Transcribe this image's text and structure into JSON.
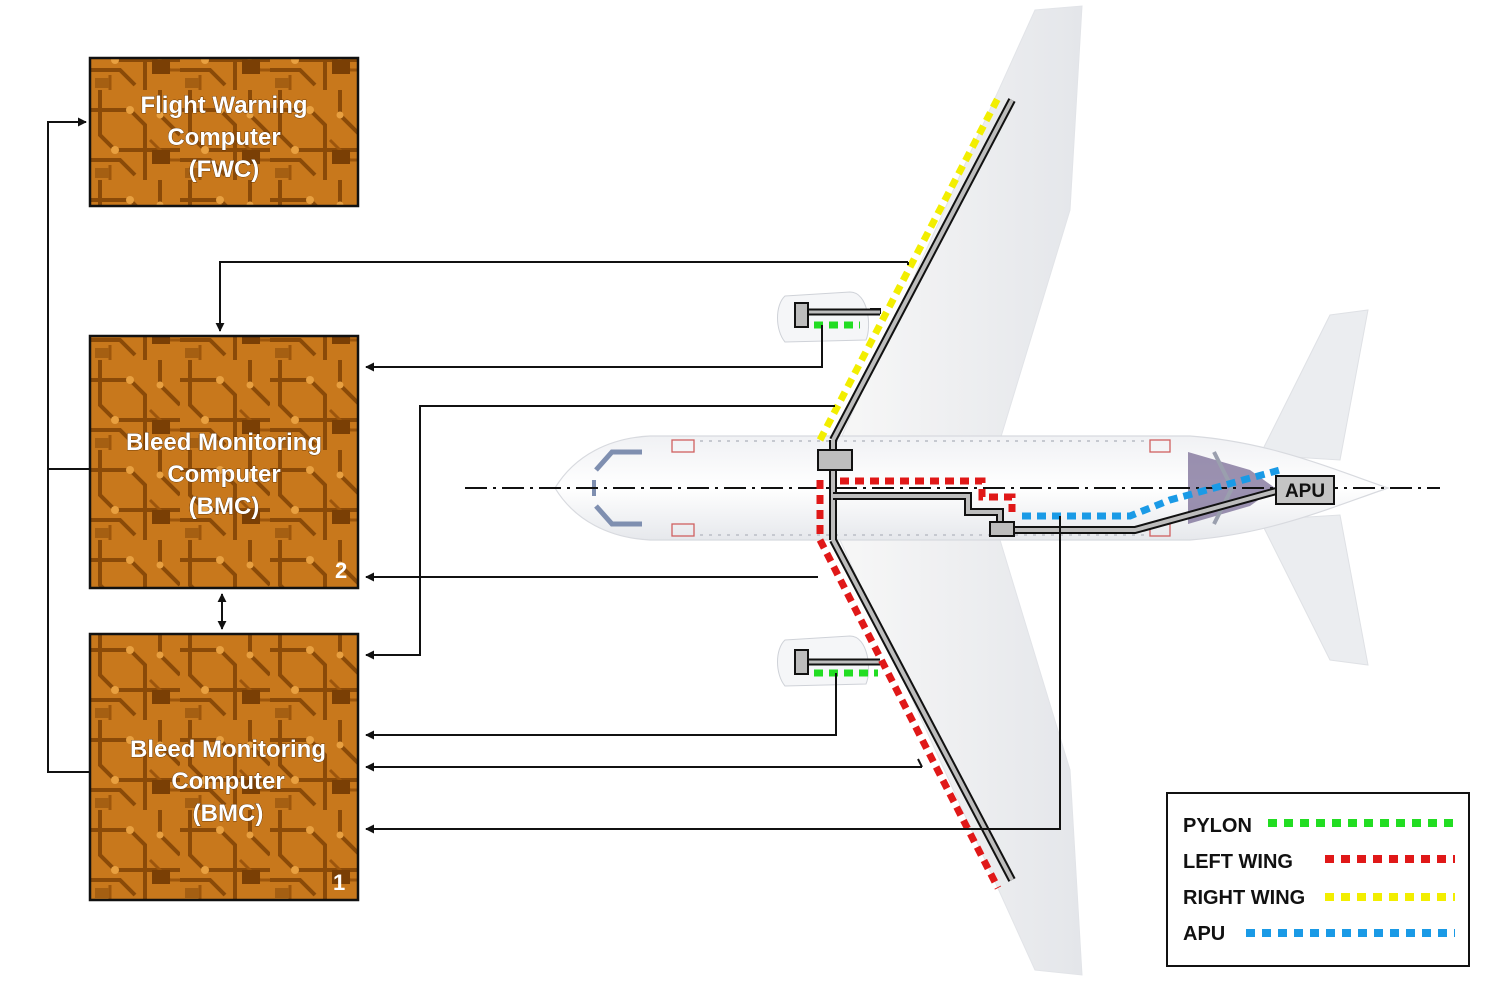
{
  "computers": {
    "fwc": {
      "lines": [
        "Flight Warning",
        "Computer",
        "(FWC)"
      ]
    },
    "bmc2": {
      "lines": [
        "Bleed Monitoring",
        "Computer",
        "(BMC)"
      ],
      "number": "2"
    },
    "bmc1": {
      "lines": [
        "Bleed Monitoring",
        "Computer",
        "(BMC)"
      ],
      "number": "1"
    }
  },
  "apu_label": "APU",
  "legend": {
    "items": [
      {
        "label": "PYLON",
        "color": "#22dd22"
      },
      {
        "label": "LEFT WING",
        "color": "#e01818"
      },
      {
        "label": "RIGHT WING",
        "color": "#f2ee00"
      },
      {
        "label": "APU",
        "color": "#1a9ae6"
      }
    ]
  },
  "colors": {
    "circuit_board": "#c8781c",
    "circuit_dark": "#8a4a08",
    "box_border": "#111111"
  },
  "icons": [
    "aircraft-top-view"
  ]
}
